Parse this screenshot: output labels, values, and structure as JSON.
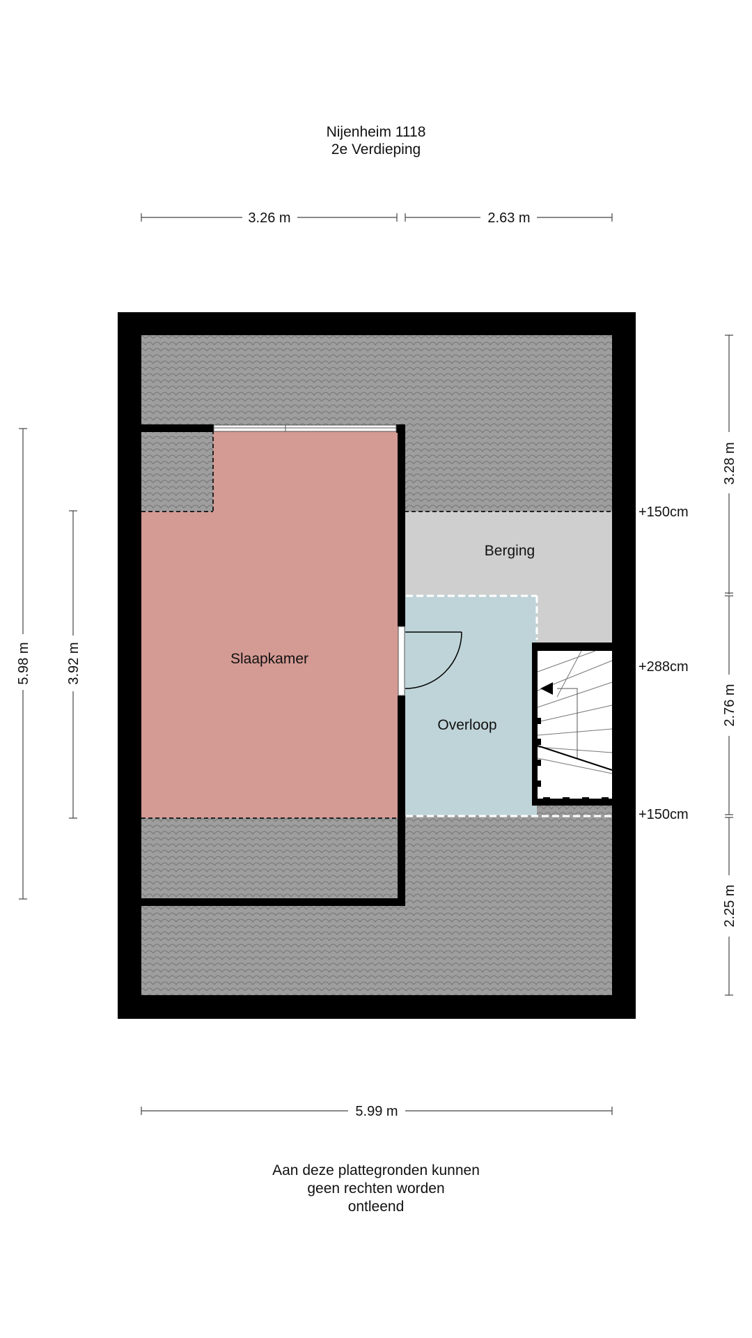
{
  "title": {
    "line1": "Nijenheim 1118",
    "line2": "2e Verdieping"
  },
  "rooms": {
    "slaapkamer": "Slaapkamer",
    "berging": "Berging",
    "overloop": "Overloop"
  },
  "dimensions": {
    "top_left": "3.26 m",
    "top_right": "2.63 m",
    "bottom": "5.99 m",
    "left_outer": "5.98 m",
    "left_inner": "3.92 m",
    "right_top": "3.28 m",
    "right_middle": "2.76 m",
    "right_bottom": "2.25 m"
  },
  "heights": {
    "upper": "+150cm",
    "middle": "+288cm",
    "lower": "+150cm"
  },
  "disclaimer": {
    "line1": "Aan deze plattegronden kunnen",
    "line2": "geen rechten worden",
    "line3": "ontleend"
  },
  "colors": {
    "roof": "#9e9e9e",
    "slaapkamer": "#d49a94",
    "berging": "#cfcfcf",
    "overloop": "#bfd4d8",
    "wall": "#000000"
  }
}
